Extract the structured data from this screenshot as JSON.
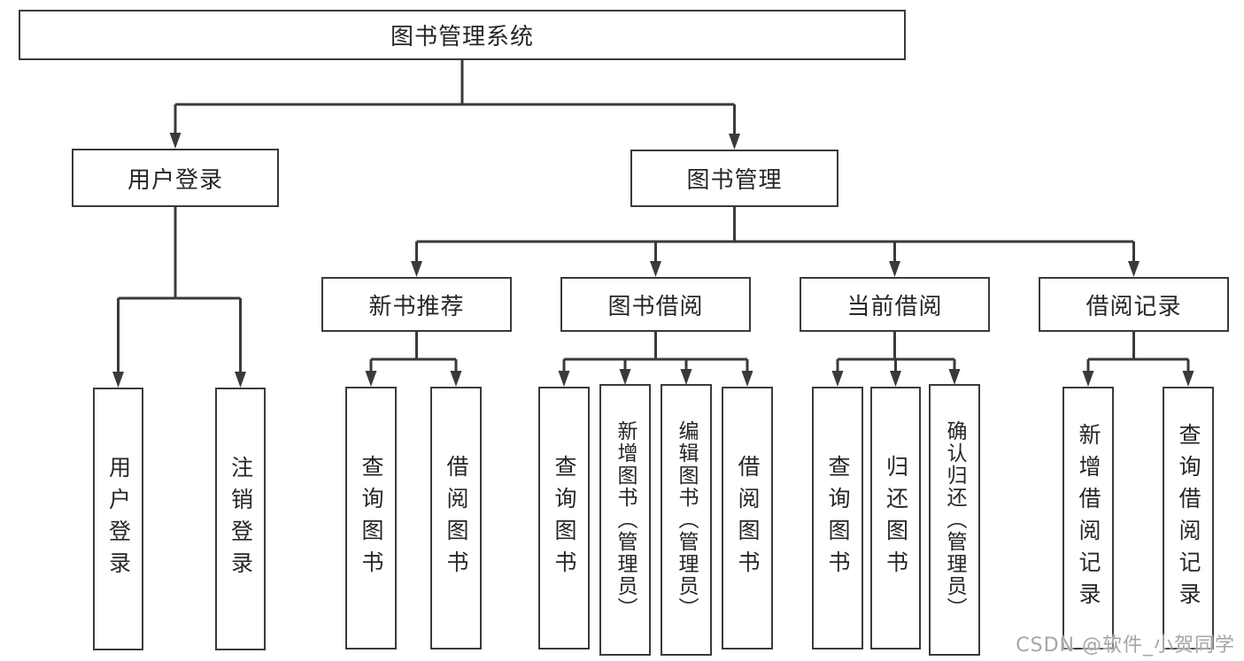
{
  "diagram_title": "图书管理系统",
  "tree": {
    "label": "图书管理系统",
    "children": [
      {
        "label": "用户登录",
        "children": [
          {
            "label": "用户登录"
          },
          {
            "label": "注销登录"
          }
        ]
      },
      {
        "label": "图书管理",
        "children": [
          {
            "label": "新书推荐",
            "children": [
              {
                "label": "查询图书"
              },
              {
                "label": "借阅图书"
              }
            ]
          },
          {
            "label": "图书借阅",
            "children": [
              {
                "label": "查询图书"
              },
              {
                "label": "新增图书（管理员）"
              },
              {
                "label": "编辑图书（管理员）"
              },
              {
                "label": "借阅图书"
              }
            ]
          },
          {
            "label": "当前借阅",
            "children": [
              {
                "label": "查询图书"
              },
              {
                "label": "归还图书"
              },
              {
                "label": "确认归还（管理员）"
              }
            ]
          },
          {
            "label": "借阅记录",
            "children": [
              {
                "label": "新增借阅记录"
              },
              {
                "label": "查询借阅记录"
              }
            ]
          }
        ]
      }
    ]
  },
  "watermark": {
    "text": "CSDN @软件_小贺同学"
  },
  "colors": {
    "background": "#ffffff",
    "box_border": "#3a3a3a",
    "connector_line": "#3a3a3a",
    "text": "#262626",
    "watermark_text": "#a6a6a6"
  }
}
